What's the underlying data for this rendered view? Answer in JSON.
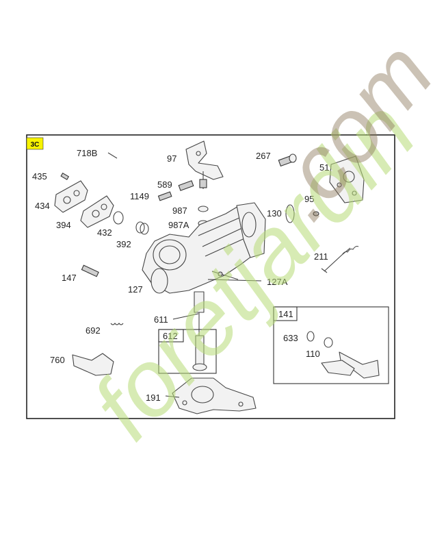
{
  "badge": "3C",
  "watermark": {
    "main": "foretjardin",
    "suffix": ".com",
    "main_color": "#b8dc78",
    "suffix_color": "#8e7a5d"
  },
  "labels": {
    "p718b": "718B",
    "p97": "97",
    "p267": "267",
    "p51": "51",
    "p435": "435",
    "p589": "589",
    "p1149": "1149",
    "p434": "434",
    "p987": "987",
    "p95": "95",
    "p987a": "987A",
    "p130": "130",
    "p394": "394",
    "p432": "432",
    "p392": "392",
    "p211": "211",
    "p147": "147",
    "p127": "127",
    "p127a": "127A",
    "p611": "611",
    "p692": "692",
    "p612": "612",
    "p760": "760",
    "p191": "191",
    "p141": "141",
    "p633": "633",
    "p110": "110"
  }
}
